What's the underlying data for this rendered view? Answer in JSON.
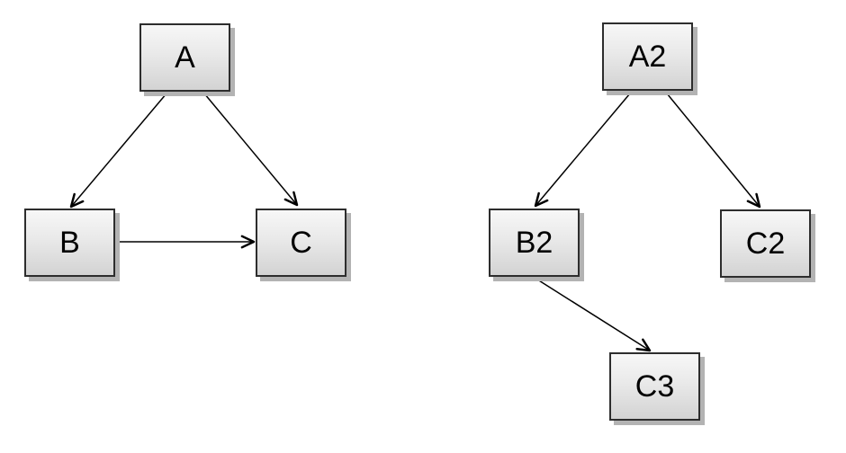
{
  "page": {
    "background_color": "#ffffff"
  },
  "style": {
    "node_border_color": "#2d2d2d",
    "node_fill_top": "#f7f7f7",
    "node_fill_bottom": "#d3d3d3",
    "node_shadow_color": "#b3b3b3",
    "edge_color": "#000000",
    "label_color": "#000000"
  },
  "diagram_left": {
    "nodes": [
      {
        "id": "A",
        "label": "A"
      },
      {
        "id": "B",
        "label": "B"
      },
      {
        "id": "C",
        "label": "C"
      }
    ],
    "edges": [
      {
        "from": "A",
        "to": "B",
        "directed": true
      },
      {
        "from": "A",
        "to": "C",
        "directed": true
      },
      {
        "from": "B",
        "to": "C",
        "directed": true
      }
    ]
  },
  "diagram_right": {
    "nodes": [
      {
        "id": "A2",
        "label": "A2"
      },
      {
        "id": "B2",
        "label": "B2"
      },
      {
        "id": "C2",
        "label": "C2"
      },
      {
        "id": "C3",
        "label": "C3"
      }
    ],
    "edges": [
      {
        "from": "A2",
        "to": "B2",
        "directed": true
      },
      {
        "from": "A2",
        "to": "C2",
        "directed": true
      },
      {
        "from": "B2",
        "to": "C3",
        "directed": true
      }
    ]
  }
}
